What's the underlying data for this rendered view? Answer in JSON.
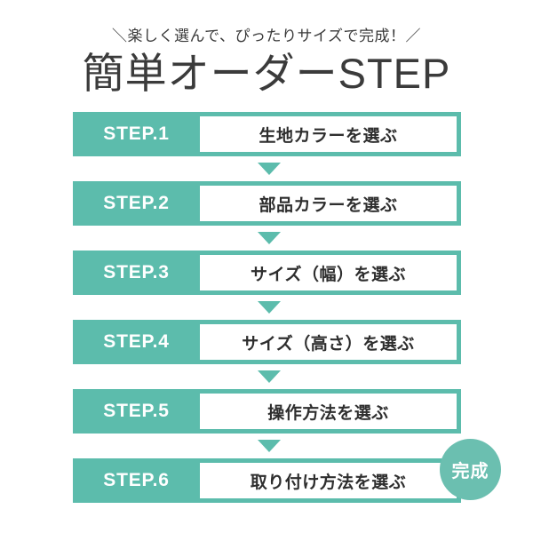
{
  "header": {
    "tagline": "＼楽しく選んで、ぴったりサイズで完成！／",
    "title": "簡単オーダーSTEP"
  },
  "theme": {
    "accent": "#5CBCAC",
    "badge": "#6BBFB0",
    "text_dark": "#2e2e2e",
    "title_color": "#3b3b3b",
    "background": "#ffffff"
  },
  "steps": [
    {
      "number": "STEP.1",
      "label": "生地カラーを選ぶ"
    },
    {
      "number": "STEP.2",
      "label": "部品カラーを選ぶ"
    },
    {
      "number": "STEP.3",
      "label": "サイズ（幅）を選ぶ"
    },
    {
      "number": "STEP.4",
      "label": "サイズ（高さ）を選ぶ"
    },
    {
      "number": "STEP.5",
      "label": "操作方法を選ぶ"
    },
    {
      "number": "STEP.6",
      "label": "取り付け方法を選ぶ"
    }
  ],
  "badge": {
    "label": "完成"
  }
}
